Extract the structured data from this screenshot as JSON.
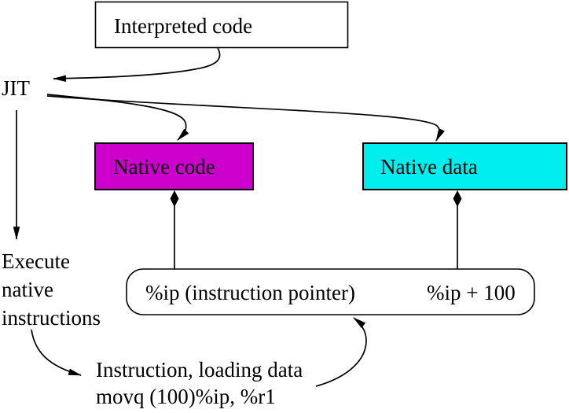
{
  "diagram": {
    "title_hint": "JIT compilation data flow diagram",
    "nodes": {
      "interpreted_code": "Interpreted code",
      "jit": "JIT",
      "native_code": "Native code",
      "native_data": "Native data",
      "ip_pointer": "%ip (instruction pointer)",
      "ip_plus_100": "%ip + 100"
    },
    "labels": {
      "execute_line1": "Execute",
      "execute_line2": "native",
      "execute_line3": "instructions",
      "instruction_line1": "Instruction, loading data",
      "instruction_line2": "movq (100)%ip, %r1"
    },
    "colors": {
      "native_code_fill": "#CC00CC",
      "native_data_fill": "#00EEEE",
      "box_fill": "#FFFFFF",
      "stroke": "#000000",
      "background": "#FFFFFF"
    }
  }
}
